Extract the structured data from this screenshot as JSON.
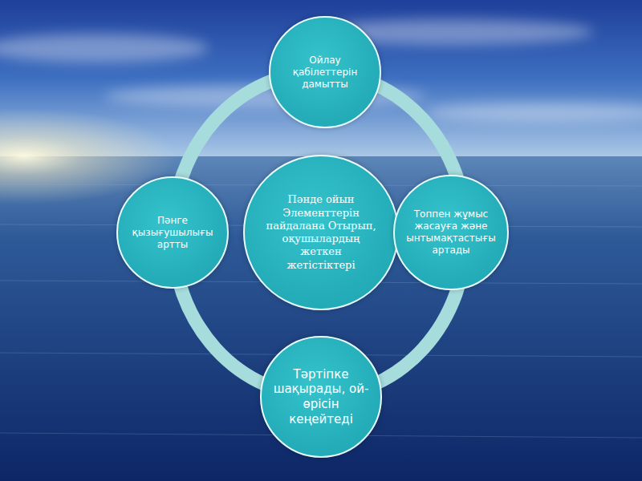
{
  "diagram": {
    "nodes": [
      {
        "text": [
          "Ойлау қабілеттерін дамытты"
        ]
      },
      {
        "text": [
          "Пәнге қызығушылығы артты"
        ]
      },
      {
        "text": [
          "Пәнде ойын Элементтерін пайдалана Отырып, оқушылардың жеткен жетістіктері"
        ]
      },
      {
        "text": [
          "Топпен жұмыс жасауға және ынтымақтастығы артады"
        ]
      },
      {
        "text": [
          "Тәртіпке шақырады, ой-өрісін кеңейтеді"
        ]
      }
    ]
  }
}
